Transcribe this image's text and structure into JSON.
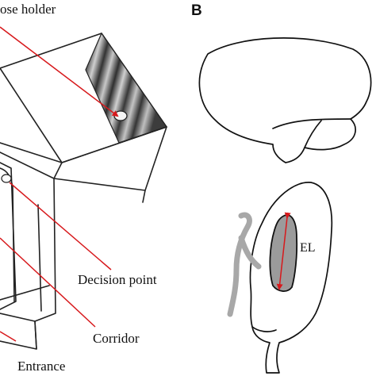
{
  "panel_a": {
    "labels": {
      "nose_holder": "ose holder",
      "decision_point": "Decision point",
      "corridor": "Corridor",
      "entrance": "Entrance"
    }
  },
  "panel_b": {
    "letter": "B",
    "region_label": "EL"
  },
  "colors": {
    "arrow": "#d7191c",
    "region_fill": "#9b9b9b",
    "gray_structure": "#a8a8a8",
    "outline": "#111111"
  }
}
